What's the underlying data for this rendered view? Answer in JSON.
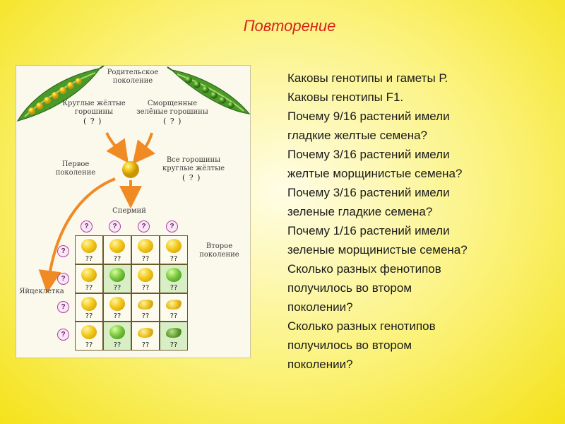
{
  "slide": {
    "title": "Повторение"
  },
  "figure": {
    "parent_generation": "Родительское\nпоколение",
    "round_yellow": "Круглые жёлтые\nгорошины",
    "round_yellow_q": "( ? )",
    "wrinkled_green": "Сморщенные\nзелёные горошины",
    "wrinkled_green_q": "( ? )",
    "first_generation": "Первое\nпоколение",
    "all_peas": "Все горошины\nкруглые жёлтые",
    "all_peas_q": "( ? )",
    "sperm": "Спермий",
    "second_generation": "Второе\nпоколение",
    "egg": "Яйцеклетка",
    "gamete_marker": "?",
    "cell_marker": "??",
    "grid": [
      [
        {
          "color": "yellow",
          "shape": "round",
          "bg": "plain"
        },
        {
          "color": "yellow",
          "shape": "round",
          "bg": "plain"
        },
        {
          "color": "yellow",
          "shape": "round",
          "bg": "plain"
        },
        {
          "color": "yellow",
          "shape": "round",
          "bg": "plain"
        }
      ],
      [
        {
          "color": "yellow",
          "shape": "round",
          "bg": "plain"
        },
        {
          "color": "green",
          "shape": "round",
          "bg": "green"
        },
        {
          "color": "yellow",
          "shape": "round",
          "bg": "plain"
        },
        {
          "color": "green",
          "shape": "round",
          "bg": "green"
        }
      ],
      [
        {
          "color": "yellow",
          "shape": "round",
          "bg": "plain"
        },
        {
          "color": "yellow",
          "shape": "round",
          "bg": "plain"
        },
        {
          "color": "yellow",
          "shape": "wrinkled",
          "bg": "plain"
        },
        {
          "color": "yellow",
          "shape": "wrinkled",
          "bg": "plain"
        }
      ],
      [
        {
          "color": "yellow",
          "shape": "round",
          "bg": "plain"
        },
        {
          "color": "green",
          "shape": "round",
          "bg": "green"
        },
        {
          "color": "yellow",
          "shape": "wrinkled",
          "bg": "plain"
        },
        {
          "color": "green",
          "shape": "wrinkled",
          "bg": "green"
        }
      ]
    ]
  },
  "questions": [
    "Каковы генотипы и гаметы Р.",
    "Каковы генотипы F1.",
    "Почему 9/16 растений имели",
    "гладкие желтые семена?",
    "Почему 3/16 растений имели",
    "желтые морщинистые семена?",
    "Почему 3/16 растений имели",
    "зеленые гладкие семена?",
    "Почему 1/16 растений имели",
    "зеленые морщинистые семена?",
    "Сколько разных фенотипов",
    "получилось во втором",
    "поколении?",
    "Сколько разных генотипов",
    "получилось во втором",
    "поколении?"
  ],
  "colors": {
    "title": "#d8231a",
    "arrow": "#f08a24",
    "pod": "#4a9a2a",
    "pea_yellow": "#f2c81a",
    "pea_green": "#74c23a"
  }
}
